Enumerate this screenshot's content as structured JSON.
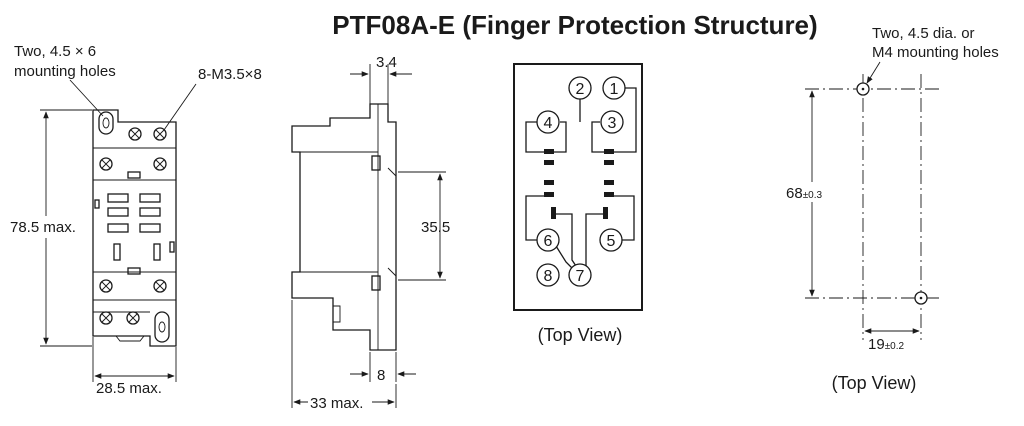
{
  "title": "PTF08A-E (Finger Protection Structure)",
  "front_view": {
    "note_holes_line1": "Two, 4.5 × 6",
    "note_holes_line2": "mounting holes",
    "note_screws": "8-M3.5×8",
    "height": "78.5 max.",
    "width": "28.5 max."
  },
  "side_view": {
    "top_dim": "3.4",
    "mid_dim": "35.5",
    "bottom_small_dim": "8",
    "depth": "33 max."
  },
  "pin_view": {
    "pins": [
      "1",
      "2",
      "3",
      "4",
      "5",
      "6",
      "7",
      "8"
    ],
    "caption": "(Top View)"
  },
  "mounting_view": {
    "note_line1": "Two, 4.5 dia. or",
    "note_line2": "M4 mounting holes",
    "height_value": "68",
    "height_tol": "±0.3",
    "width_value": "19",
    "width_tol": "±0.2",
    "caption": "(Top View)"
  }
}
